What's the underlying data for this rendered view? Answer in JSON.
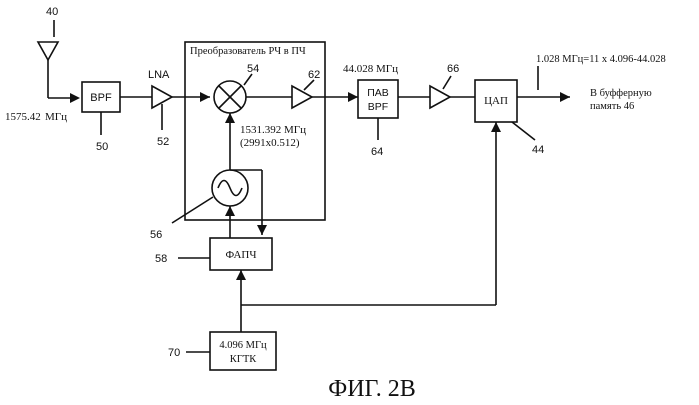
{
  "figure_title": "ФИГ. 2В",
  "mixer_block_title": "Преобразователь РЧ в ПЧ",
  "blocks": {
    "bpf": "BPF",
    "lna": "LNA",
    "saw_bpf_line1": "ПАВ",
    "saw_bpf_line2": "BPF",
    "adc": "ЦАП",
    "pll": "ФАПЧ",
    "osc_line1": "4.096 МГц",
    "osc_line2": "КГТК"
  },
  "refs": {
    "antenna": "40",
    "bpf": "50",
    "lna": "52",
    "mixer": "54",
    "vco": "56",
    "pll": "58",
    "amp_if": "62",
    "saw": "64",
    "amp_out": "66",
    "osc": "70",
    "adc": "44"
  },
  "labels": {
    "rf_freq_1": "1575.42",
    "rf_freq_2": "МГц",
    "lo_freq": "1531.392 МГц",
    "lo_formula": "(2991x0.512)",
    "if_freq": "44.028  МГц",
    "sample_formula": "1.028 МГц=11 x 4.096-44.028",
    "output_line1": "В буфферную",
    "output_line2": "память 46"
  }
}
